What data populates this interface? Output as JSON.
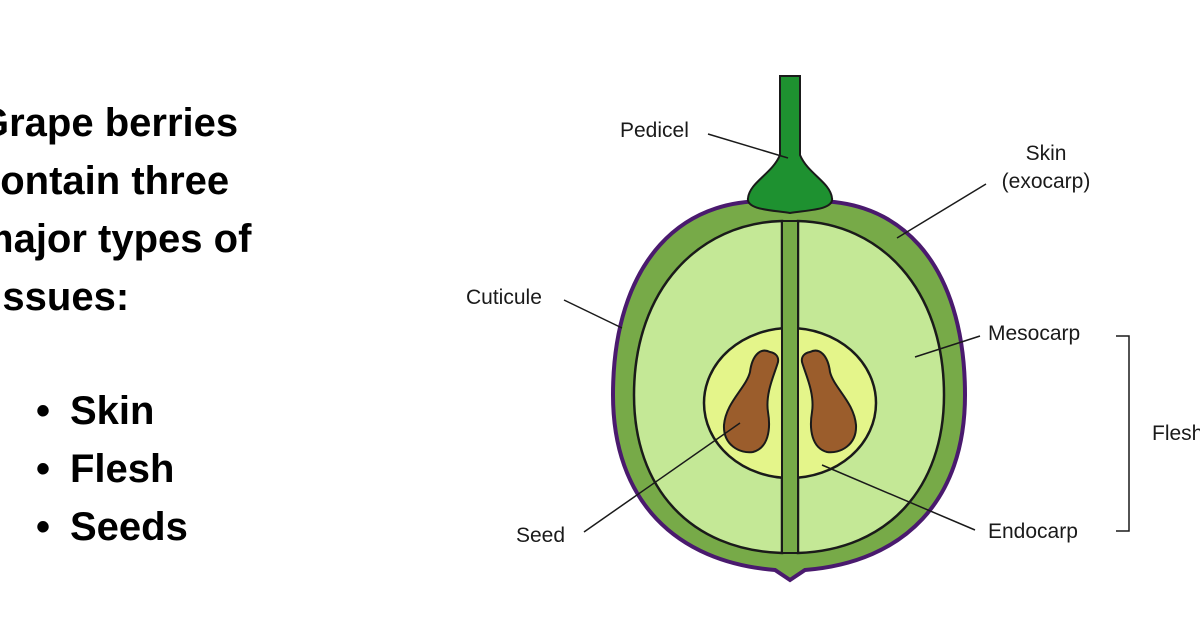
{
  "headline": {
    "lines": [
      "Grape berries",
      "contain three",
      "major types of",
      "tissues:"
    ]
  },
  "bullets": [
    {
      "text": "Skin"
    },
    {
      "text": "Flesh"
    },
    {
      "text": "Seeds"
    }
  ],
  "bullet_symbol": "•",
  "diagram": {
    "labels": {
      "pedicel": "Pedicel",
      "skin_line1": "Skin",
      "skin_line2": "(exocarp)",
      "cuticule": "Cuticule",
      "mesocarp": "Mesocarp",
      "flesh": "Flesh",
      "seed": "Seed",
      "endocarp": "Endocarp"
    },
    "colors": {
      "cuticle": "#4a1a6e",
      "skin": "#77aa48",
      "mesocarp": "#c4e896",
      "endocarp": "#e4f58a",
      "seed": "#9b5d2c",
      "pedicel": "#1e9130",
      "outline": "#1a1a1a"
    }
  }
}
